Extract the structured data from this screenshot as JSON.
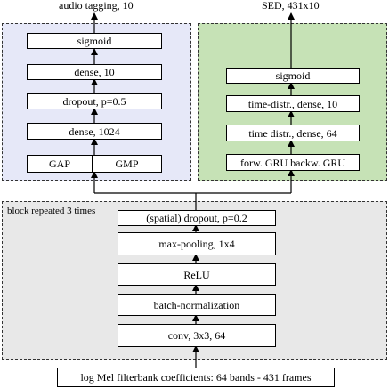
{
  "outputs": {
    "audio_tagging": "audio tagging, 10",
    "sed": "SED, 431x10"
  },
  "left_branch": {
    "sigmoid": "sigmoid",
    "dense_10": "dense, 10",
    "dropout": "dropout, p=0.5",
    "dense_1024": "dense, 1024",
    "gap": "GAP",
    "gmp": "GMP",
    "background_color": "#e6e8f8"
  },
  "right_branch": {
    "sigmoid": "sigmoid",
    "time_distr_dense_10": "time-distr., dense, 10",
    "time_distr_dense_64": "time distr., dense, 64",
    "gru": "forw. GRU backw. GRU",
    "background_color": "#c6e2b6"
  },
  "conv_block": {
    "label": "block repeated 3 times",
    "dropout": "(spatial) dropout, p=0.2",
    "maxpool": "max-pooling, 1x4",
    "relu": "ReLU",
    "batchnorm": "batch-normalization",
    "conv": "conv, 3x3, 64",
    "background_color": "#e8e8e8"
  },
  "input": {
    "label": "log Mel filterbank coefficients: 64 bands - 431 frames"
  }
}
